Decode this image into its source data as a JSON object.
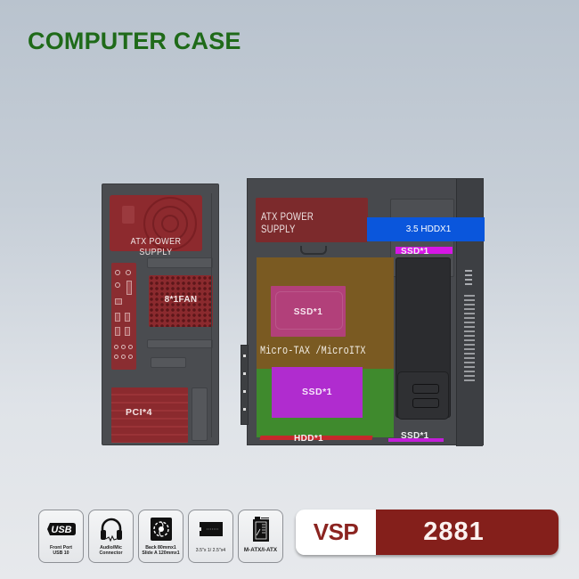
{
  "page": {
    "title": "COMPUTER CASE",
    "title_color": "#1f6a19"
  },
  "rear_view": {
    "psu_label": "ATX POWER SUPPLY",
    "fan_label": "8*1FAN",
    "pci_label": "PCI*4",
    "accent_color": "#8d2a2e"
  },
  "side_view": {
    "psu_label": "ATX POWER SUPPLY",
    "hdd35_label": "3.5 HDDX1",
    "ssd_top_label": "SSD*1",
    "ssd_mid_label": "SSD*1",
    "motherboard_label": "Micro-TAX /MicroITX",
    "ssd_lower_label": "SSD*1",
    "hdd_bottom_label": "HDD*1",
    "ssd_bottom_label": "SSD*1",
    "colors": {
      "hdd35": "#0a56dc",
      "ssd": "#d616e6",
      "motherboard_top": "#7a5a22",
      "motherboard_bottom": "#3f8a2d",
      "hdd": "#c5282b"
    }
  },
  "features": [
    {
      "icon": "usb-icon",
      "icon_text": "USB",
      "caption_line1": "Front Port",
      "caption_line2": "USB 10"
    },
    {
      "icon": "headphone-icon",
      "caption_line1": "Audio/Mic",
      "caption_line2": "Connector"
    },
    {
      "icon": "fan-icon",
      "caption_line1": "Back 80mmx1",
      "caption_line2": "Slide A 120mmx1"
    },
    {
      "icon": "drive-icon",
      "caption_line1": "3.5\"x 1/ 2.5\"x4",
      "caption_line2": ""
    },
    {
      "icon": "motherboard-icon",
      "caption_line1": "M-ATX/I-ATX",
      "caption_line2": ""
    }
  ],
  "brand": {
    "logo": "VSP",
    "model": "2881",
    "logo_color": "#8b2420",
    "bar_color": "#841f1b"
  }
}
